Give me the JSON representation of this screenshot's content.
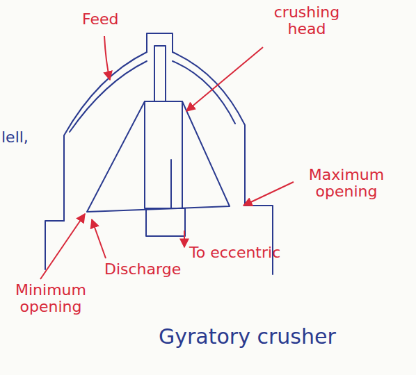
{
  "diagram": {
    "caption": "Gyratory crusher",
    "labels": [
      "Feed",
      "crushing head",
      "lell,",
      "Maximum opening",
      "Minimum opening",
      "Discharge",
      "To eccentric"
    ]
  }
}
